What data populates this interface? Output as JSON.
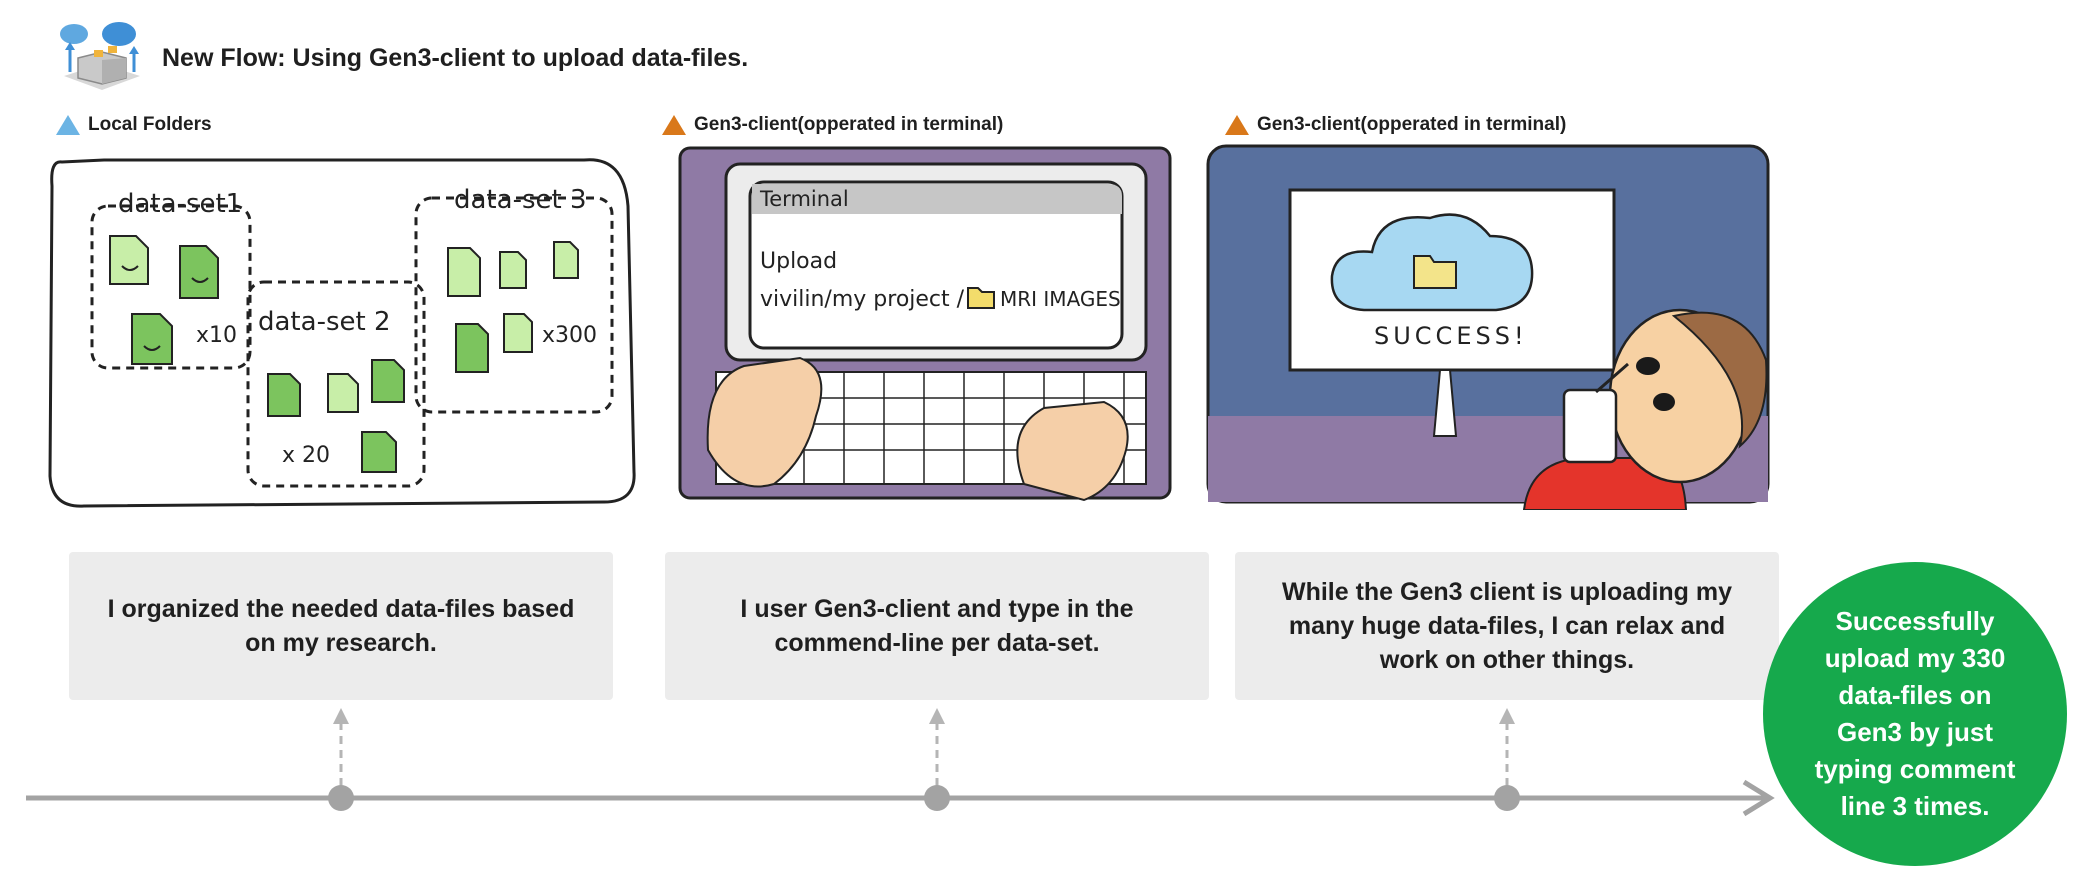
{
  "header": {
    "title": "New Flow: Using Gen3-client to upload data-files.",
    "logo_icon": "cloud-upload-box-icon"
  },
  "panels": [
    {
      "label": "Local Folders",
      "marker_color": "#6cb4e4",
      "folders": [
        {
          "name": "data-set1",
          "count": "x10"
        },
        {
          "name": "data-set 2",
          "count": "x 20"
        },
        {
          "name": "data-set 3",
          "count": "x300"
        }
      ],
      "description": "I organized the needed data-files based on my research."
    },
    {
      "label": "Gen3-client(opperated in terminal)",
      "marker_color": "#d9781a",
      "terminal": {
        "title": "Terminal",
        "line1": "Upload",
        "line2_path": "vivilin/my project /",
        "line2_folder": "MRI IMAGES"
      },
      "description": "I user Gen3-client and type in the commend-line per data-set."
    },
    {
      "label": "Gen3-client(opperated in terminal)",
      "marker_color": "#d9781a",
      "screen_text": "SUCCESS!",
      "description": "While the Gen3 client is uploading my many huge data-files, I can relax and work on other things."
    }
  ],
  "result": {
    "text": "Successfully upload my 330 data-files on Gen3 by just typing comment line 3 times.",
    "color": "#16a94c"
  },
  "colors": {
    "timeline": "#a3a3a3",
    "desc_bg": "#ececec",
    "file_light": "#c8eea8",
    "file_dark": "#7cc45e",
    "laptop_purple": "#8f7aa5",
    "scene_blue": "#58709e"
  }
}
